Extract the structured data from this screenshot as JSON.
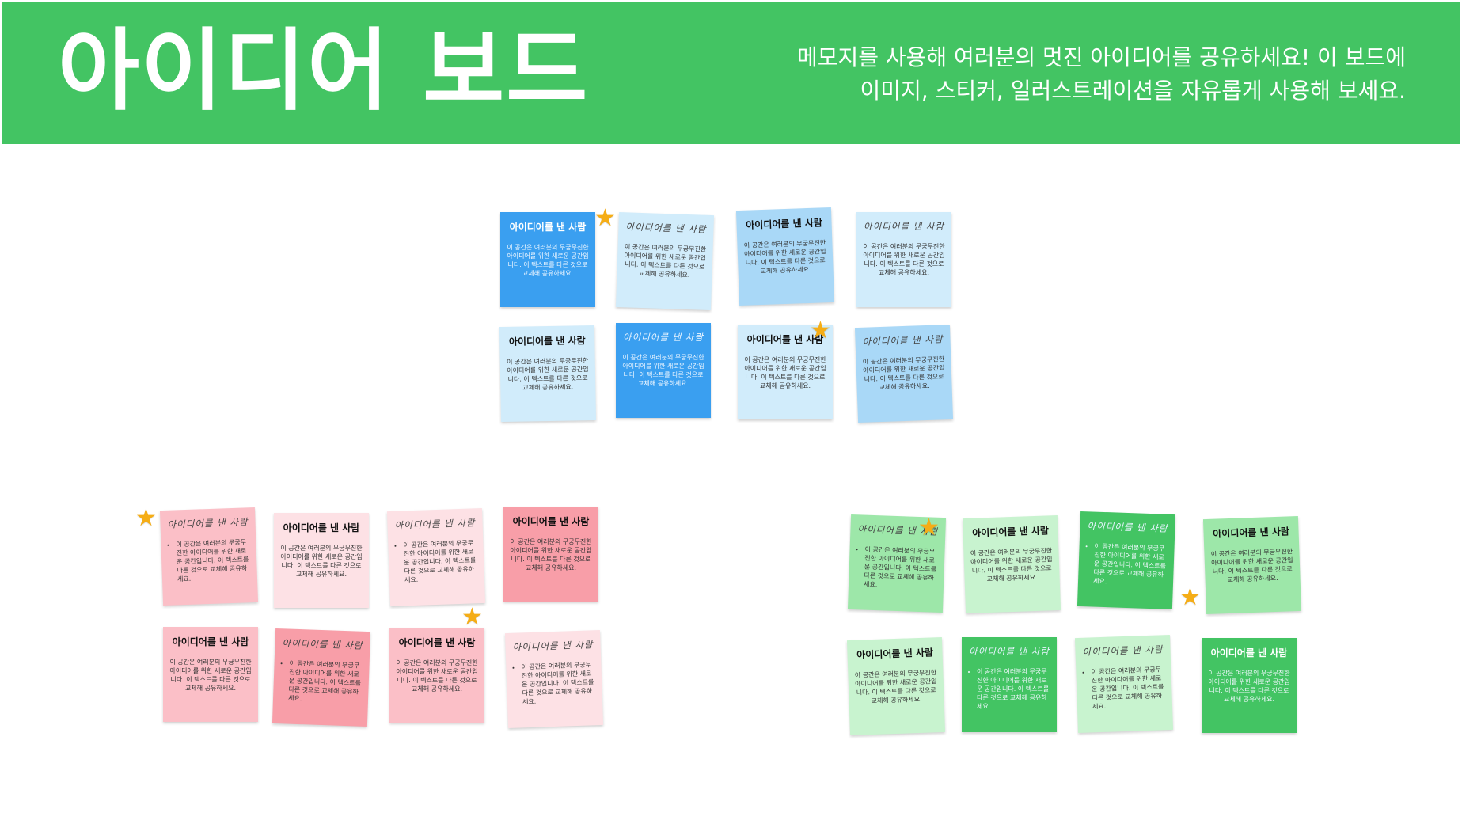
{
  "header": {
    "title": "아이디어 보드",
    "subtitle_lines": [
      "메모지를 사용해 여러분의 멋진 아이디어를 공유하세요! 이 보드에",
      "이미지, 스티커, 일러스트레이션을 자유롭게 사용해 보세요."
    ],
    "color": "#43c463"
  },
  "note_text": {
    "title": "아이디어를 낸 사람",
    "body": "이 공간은 여러분의 무궁무진한 아이디어를 위한 새로운 공간입니다. 이 텍스트를 다른 것으로 교체해 공유하세요."
  },
  "palettes": {
    "blue": {
      "light": "#d1ecfb",
      "mid": "#a9d8f7",
      "dark": "#3a9ff0"
    },
    "pink": {
      "light": "#fde1e5",
      "mid": "#fbbfc7",
      "dark": "#f89ea8"
    },
    "green": {
      "light": "#c8f3cf",
      "mid": "#9de7a9",
      "dark": "#43c463"
    }
  },
  "star": {
    "icon": "star-icon",
    "color": "#f5ad16"
  },
  "clusters": [
    {
      "name": "blue",
      "notes": [
        {
          "shade": "dark",
          "style": "bold",
          "list": false,
          "star": false
        },
        {
          "shade": "light",
          "style": "script",
          "list": false,
          "star": true
        },
        {
          "shade": "mid",
          "style": "bold",
          "list": false,
          "star": false
        },
        {
          "shade": "light",
          "style": "script",
          "list": false,
          "star": false
        },
        {
          "shade": "light",
          "style": "bold",
          "list": false,
          "star": false
        },
        {
          "shade": "dark",
          "style": "script",
          "list": false,
          "star": false
        },
        {
          "shade": "light",
          "style": "bold",
          "list": false,
          "star": true
        },
        {
          "shade": "mid",
          "style": "script",
          "list": false,
          "star": false
        }
      ]
    },
    {
      "name": "pink",
      "notes": [
        {
          "shade": "mid",
          "style": "script",
          "list": true,
          "star": true
        },
        {
          "shade": "light",
          "style": "bold",
          "list": false,
          "star": false
        },
        {
          "shade": "light",
          "style": "script",
          "list": true,
          "star": false
        },
        {
          "shade": "dark",
          "style": "bold",
          "list": false,
          "star": false
        },
        {
          "shade": "mid",
          "style": "bold",
          "list": false,
          "star": false
        },
        {
          "shade": "dark",
          "style": "script",
          "list": true,
          "star": false
        },
        {
          "shade": "mid",
          "style": "bold",
          "list": false,
          "star": true
        },
        {
          "shade": "light",
          "style": "script",
          "list": true,
          "star": false
        }
      ]
    },
    {
      "name": "green",
      "notes": [
        {
          "shade": "mid",
          "style": "script",
          "list": true,
          "star": true
        },
        {
          "shade": "light",
          "style": "bold",
          "list": false,
          "star": false
        },
        {
          "shade": "dark",
          "style": "script",
          "list": true,
          "star": false
        },
        {
          "shade": "mid",
          "style": "bold",
          "list": false,
          "star": true
        },
        {
          "shade": "light",
          "style": "bold",
          "list": false,
          "star": false
        },
        {
          "shade": "dark",
          "style": "script",
          "list": true,
          "star": false
        },
        {
          "shade": "light",
          "style": "script",
          "list": true,
          "star": false
        },
        {
          "shade": "dark",
          "style": "bold",
          "list": false,
          "star": false
        }
      ]
    }
  ]
}
